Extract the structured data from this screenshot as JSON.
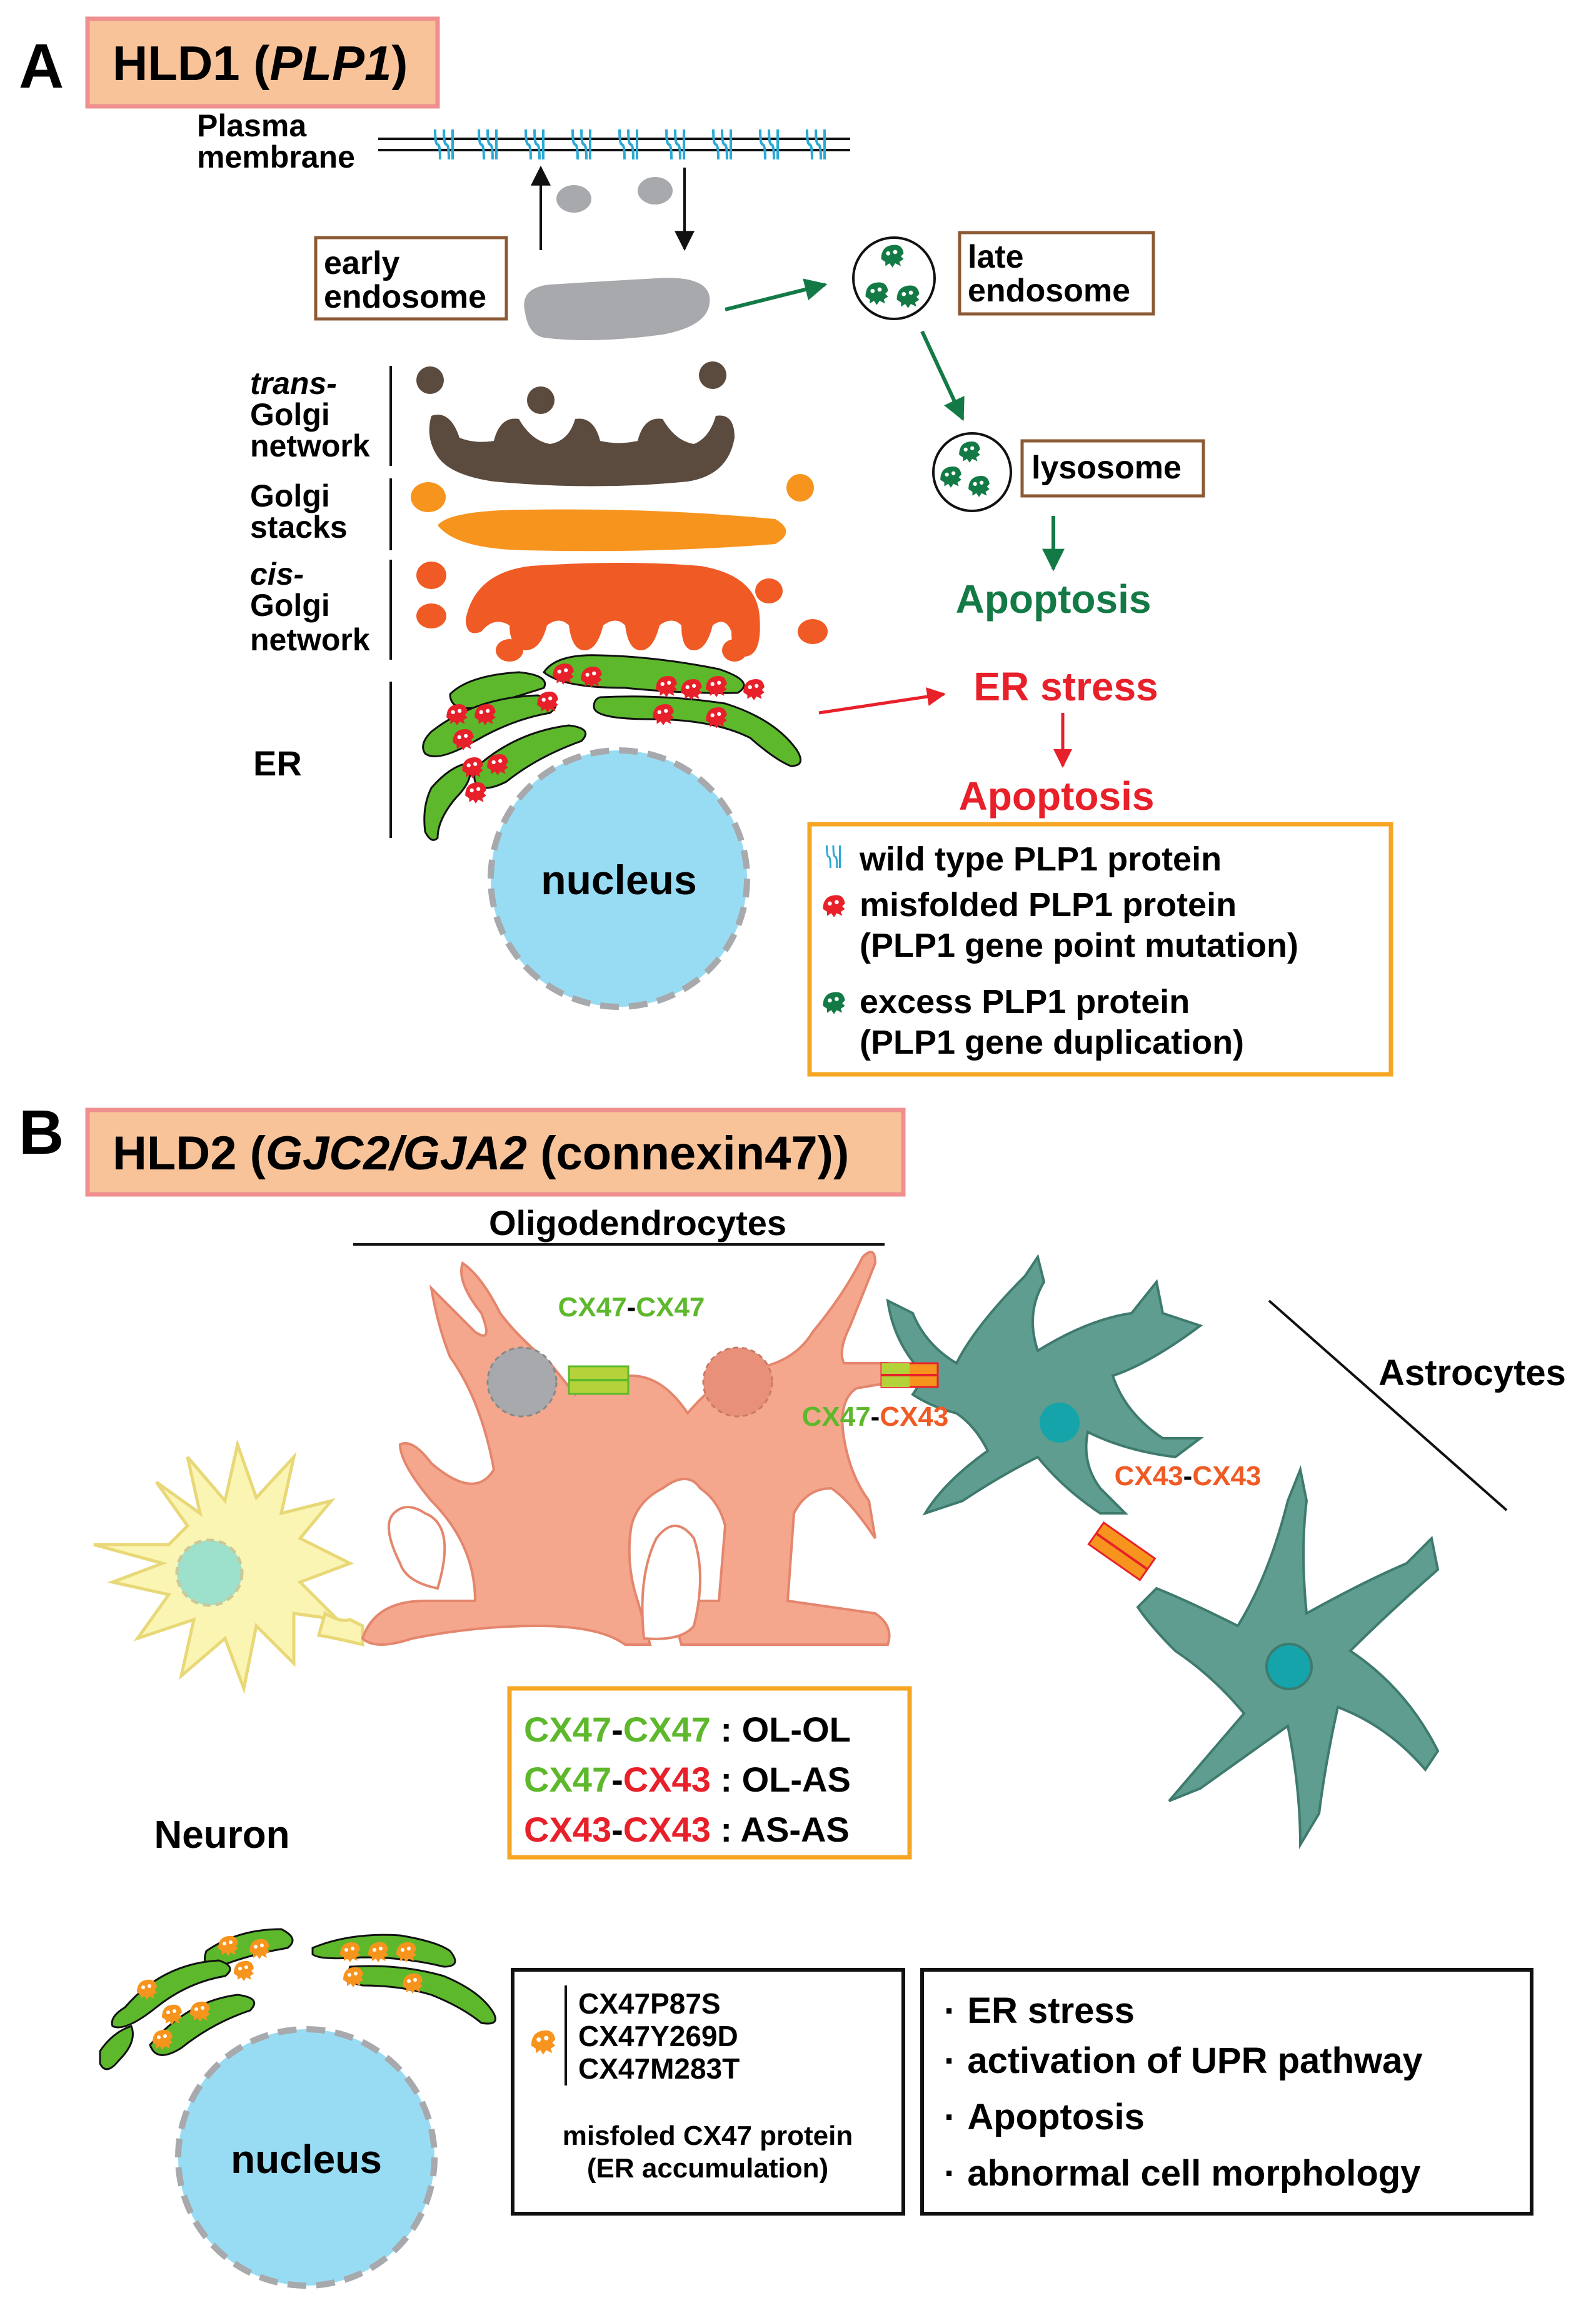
{
  "colors": {
    "wild_type": "#29a9d6",
    "misfolded": "#e8202a",
    "excess": "#137a46",
    "er_green": "#5db82c",
    "cis_golgi": "#f05a24",
    "golgi_stack": "#f7941d",
    "trans_golgi": "#5b4a3e",
    "endosome": "#a7a9ac",
    "nucleus": "#98dcf3",
    "oligo": "#f4a78c",
    "astro": "#5e9d90",
    "neuron": "#fbf5b4",
    "box_border": "#f6a623",
    "label_box_border": "#8c5a34",
    "title_fill": "#f9c39a",
    "title_border": "#ef8f8f"
  },
  "panelA": {
    "letter": "A",
    "title_prefix": "HLD1  (",
    "title_gene": "PLP1",
    "title_suffix": ")",
    "plasma_membrane": [
      "Plasma",
      "membrane"
    ],
    "early_endosome": [
      "early",
      "endosome"
    ],
    "late_endosome": [
      "late",
      "endosome"
    ],
    "lysosome": "lysosome",
    "trans_golgi": [
      "trans-",
      "Golgi",
      "network"
    ],
    "golgi_stacks": [
      "Golgi",
      "stacks"
    ],
    "cis_golgi": [
      "cis-",
      "Golgi",
      "network"
    ],
    "er": "ER",
    "nucleus": "nucleus",
    "apoptosis_green": "Apoptosis",
    "er_stress": "ER stress",
    "apoptosis_red": "Apoptosis",
    "legend": {
      "wild_type": "wild type PLP1 protein",
      "misfolded_1": "misfolded PLP1 protein",
      "misfolded_2": "(PLP1 gene point mutation)",
      "excess_1": "excess PLP1 protein",
      "excess_2": "(PLP1 gene duplication)"
    }
  },
  "panelB": {
    "letter": "B",
    "title_prefix": "HLD2  (",
    "title_gene": "GJC2/GJA2",
    "title_suffix": " (connexin47))",
    "oligodendrocytes": "Oligodendrocytes",
    "astrocytes": "Astrocytes",
    "neuron": "Neuron",
    "junction_oo_a": "CX47",
    "junction_oo_b": "CX47",
    "junction_oa_a": "CX47",
    "junction_oa_b": "CX43",
    "junction_aa_a": "CX43",
    "junction_aa_b": "CX43",
    "dash": "-",
    "legend": [
      {
        "a": "CX47",
        "b": "CX47",
        "label": " : OL-OL"
      },
      {
        "a": "CX47",
        "b": "CX43",
        "label": " : OL-AS"
      },
      {
        "a": "CX43",
        "b": "CX43",
        "label": " : AS-AS"
      }
    ],
    "nucleus": "nucleus",
    "mutations": [
      "CX47P87S",
      "CX47Y269D",
      "CX47M283T"
    ],
    "misfolded_1": "misfoled CX47 protein",
    "misfolded_2": "(ER accumulation)",
    "effects": [
      "ER stress",
      "activation of UPR pathway",
      "Apoptosis",
      "abnormal cell morphology"
    ],
    "bullet": "·"
  }
}
